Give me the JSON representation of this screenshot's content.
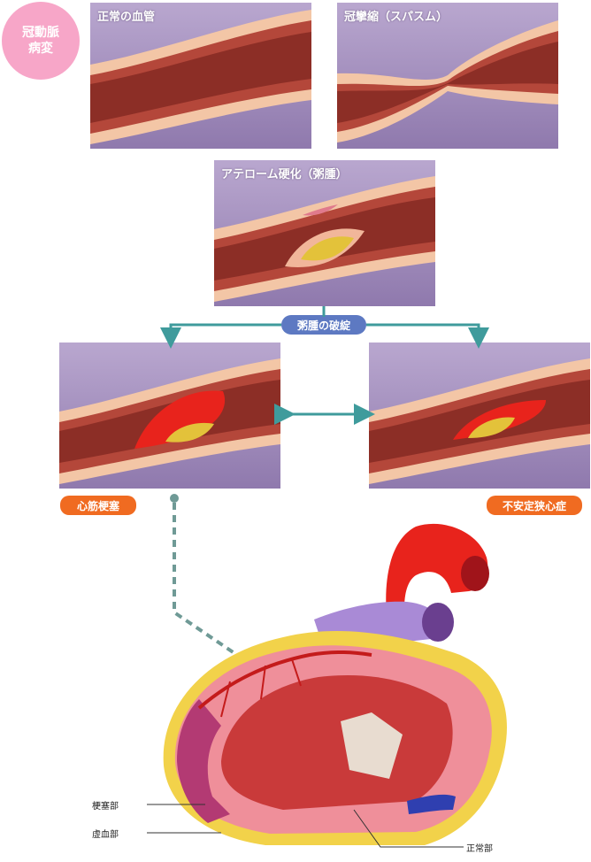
{
  "badge": {
    "line1": "冠動脈",
    "line2": "病変"
  },
  "panels": {
    "normal": "正常の血管",
    "spasm": "冠攣縮（スパスム）",
    "atheroma": "アテローム硬化（粥腫）"
  },
  "rupture": "粥腫の破綻",
  "outcomes": {
    "infarction": "心筋梗塞",
    "angina": "不安定狭心症"
  },
  "heart_labels": {
    "infarct": "梗塞部",
    "ischemia": "虚血部",
    "normal": "正常部"
  },
  "colors": {
    "teal_arrow": "#3f9b9c",
    "orange_pill": "#f06b21",
    "blue_pill": "#5d79c2",
    "badge_pink": "#f7a6c8"
  }
}
